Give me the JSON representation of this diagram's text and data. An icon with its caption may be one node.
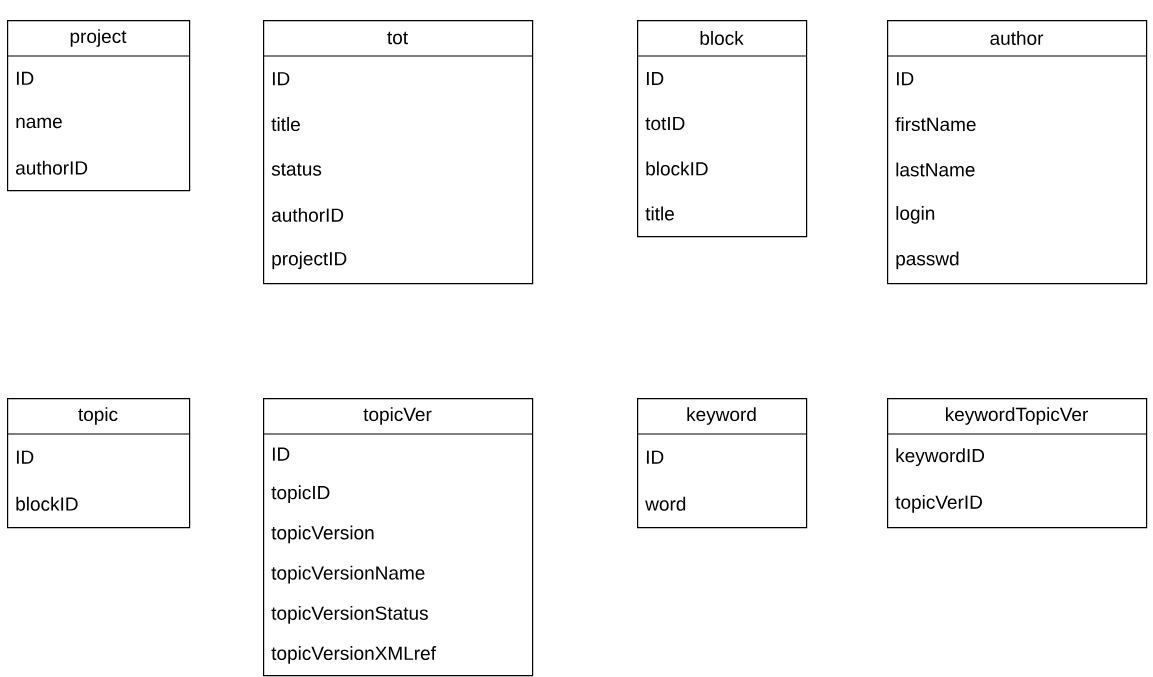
{
  "diagram": {
    "nodes": [
      {
        "text": [
          "project",
          "ID",
          "name",
          "authorID"
        ]
      },
      {
        "text": [
          "tot",
          "ID",
          "title",
          "status",
          "authorID",
          "projectID"
        ]
      },
      {
        "text": [
          "block",
          "ID",
          "totID",
          "blockID",
          "title"
        ]
      },
      {
        "text": [
          "author",
          "ID",
          "firstName",
          "lastName",
          "login",
          "passwd"
        ]
      },
      {
        "text": [
          "topic",
          "ID",
          "blockID"
        ]
      },
      {
        "text": [
          "topicVer",
          "ID",
          "topicID",
          "topicVersion",
          "topicVersionName",
          "topicVersionStatus",
          "topicVersionXMLref"
        ]
      },
      {
        "text": [
          "keyword",
          "ID",
          "word"
        ]
      },
      {
        "text": [
          "keywordTopicVer",
          "keywordID",
          "topicVerID"
        ]
      }
    ]
  }
}
